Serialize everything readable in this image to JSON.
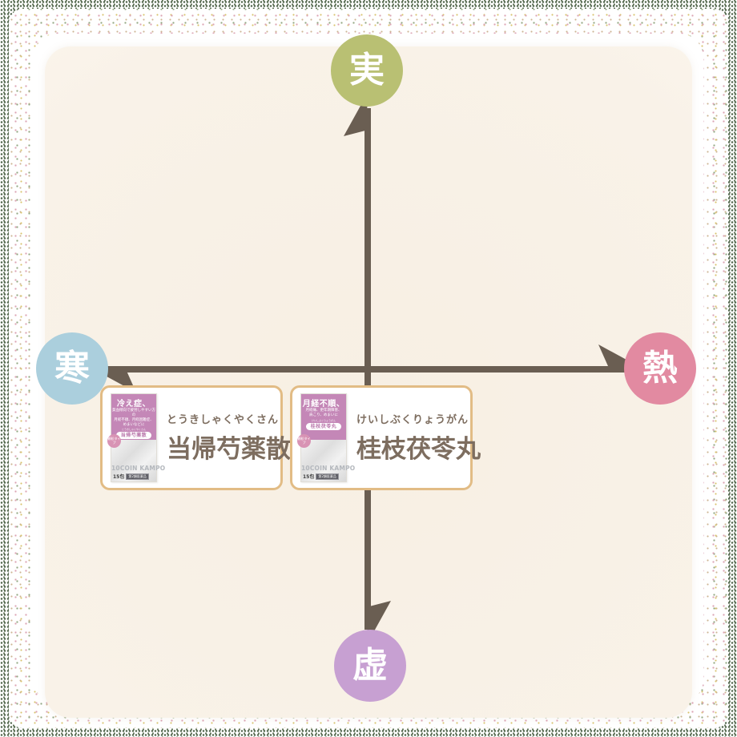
{
  "quadrant": {
    "axis_color": "#6a5e52",
    "poles": {
      "top": {
        "label": "実",
        "color": "#b9c073"
      },
      "bottom": {
        "label": "虚",
        "color": "#c7a0d2"
      },
      "left": {
        "label": "寒",
        "color": "#abcfdd"
      },
      "right": {
        "label": "熱",
        "color": "#e28aa1"
      }
    }
  },
  "products": [
    {
      "furigana": "とうきしゃくやくさん",
      "name": "当帰芍薬散",
      "package": {
        "top_color": "#c487b7",
        "headline": "冷え症、",
        "sub_lines": [
          "貧血傾向で疲労しやすい方の",
          "月経不順、月経困難症、",
          "めまいなどに"
        ],
        "pill_furigana": "とうきしゃくやくさん",
        "pill_label": "当帰芍薬散",
        "badge": "顆粒タイプ",
        "brand": "10COIN KAMPO",
        "size": "15包",
        "class_label": "第2類医薬品"
      }
    },
    {
      "furigana": "けいしぶくりょうがん",
      "name": "桂枝茯苓丸",
      "package": {
        "top_color": "#c487b7",
        "headline": "月経不順、",
        "sub_lines": [
          "月経痛、更年期障害、",
          "肩こり、めまいに"
        ],
        "pill_furigana": "けいしぶくりょうがん",
        "pill_label": "桂枝茯苓丸",
        "badge": "顆粒タイプ",
        "brand": "10COIN KAMPO",
        "size": "15包",
        "class_label": "第2類医薬品"
      }
    }
  ]
}
